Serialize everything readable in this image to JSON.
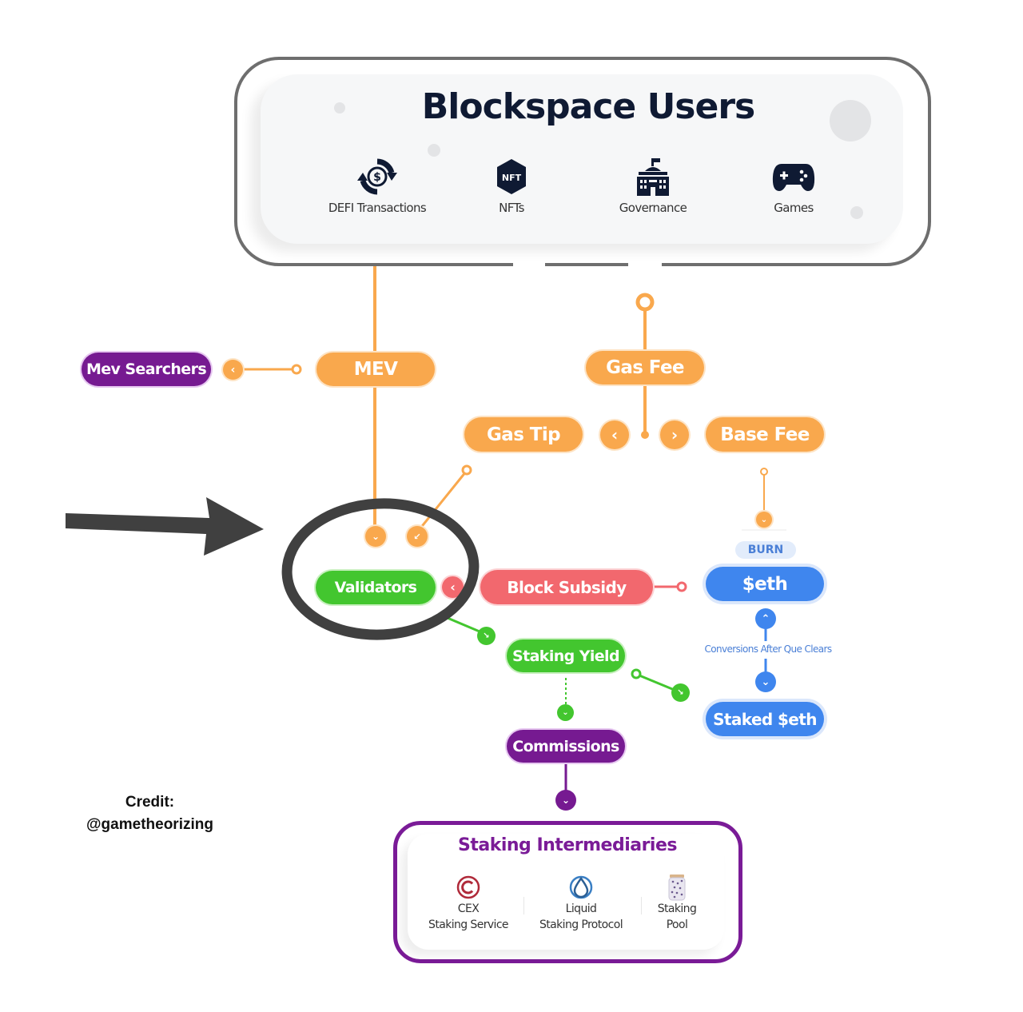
{
  "users_box": {
    "title": "Blockspace Users",
    "items": [
      {
        "label": "DEFI Transactions",
        "icon": "dollar-exchange-icon"
      },
      {
        "label": "NFTs",
        "icon": "nft-badge-icon",
        "badge_text": "NFT"
      },
      {
        "label": "Governance",
        "icon": "government-building-icon"
      },
      {
        "label": "Games",
        "icon": "gamepad-icon"
      }
    ]
  },
  "nodes": {
    "mev_searchers": "Mev Searchers",
    "mev": "MEV",
    "gas_fee": "Gas Fee",
    "gas_tip": "Gas Tip",
    "base_fee": "Base Fee",
    "validators": "Validators",
    "block_subsidy": "Block Subsidy",
    "burn_tag": "BURN",
    "eth": "$eth",
    "conversion_note": "Conversions After Que Clears",
    "staked_eth": "Staked $eth",
    "staking_yield": "Staking Yield",
    "commissions": "Commissions"
  },
  "intermediaries_box": {
    "title": "Staking Intermediaries",
    "items": [
      {
        "line1": "CEX",
        "line2": "Staking Service",
        "icon": "copyright-c-icon"
      },
      {
        "line1": "Liquid",
        "line2": "Staking Protocol",
        "icon": "liquid-drop-icon"
      },
      {
        "line1": "Staking",
        "line2": "Pool",
        "icon": "jar-icon"
      }
    ]
  },
  "annotation": {
    "credit_line1": "Credit:",
    "credit_line2": "@gametheorizing",
    "highlight_target": "Validators"
  },
  "colors": {
    "orange": "#f9a84d",
    "purple": "#761a91",
    "green": "#43c62f",
    "red": "#f2686e",
    "blue": "#3f86ee",
    "title_navy": "#0f1a33",
    "annotation_gray": "#404040"
  }
}
